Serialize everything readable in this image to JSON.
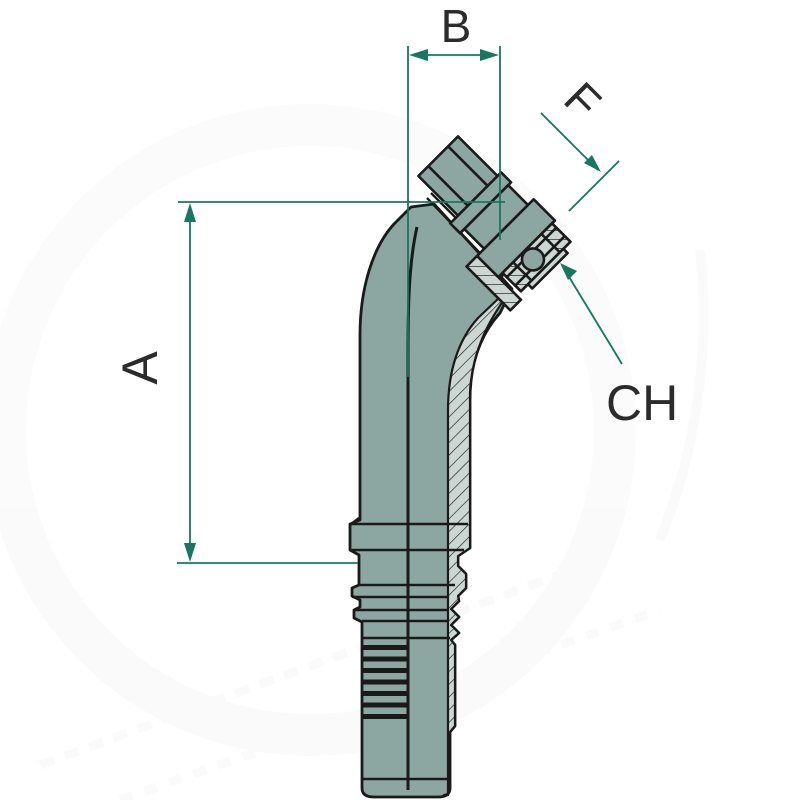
{
  "drawing": {
    "description": "Technical line drawing of a 45-degree elbow hydraulic hose fitting (flange head with O-ring, hex, hose shank) shown in half-section",
    "labels": {
      "dim_a": "A",
      "dim_b": "B",
      "dim_f": "F",
      "dim_ch": "CH"
    },
    "colors": {
      "background": "#FFFFFF",
      "body": "#8CA7A2",
      "section_light": "#CCD7D3",
      "outline": "#1A1A1A",
      "dimension": "#17785F",
      "label_text": "#2B2B2B",
      "watermark": "#9AA0A0"
    }
  }
}
